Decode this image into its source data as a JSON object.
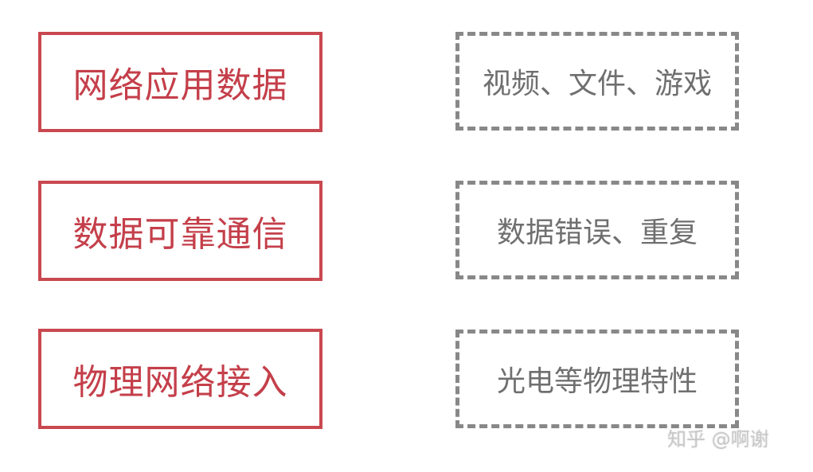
{
  "rows": [
    {
      "layer": "网络应用数据",
      "note": "视频、文件、游戏"
    },
    {
      "layer": "数据可靠通信",
      "note": "数据错误、重复"
    },
    {
      "layer": "物理网络接入",
      "note": "光电等物理特性"
    }
  ],
  "watermark": "知乎 @啊谢",
  "colors": {
    "layer_border": "#c9484f",
    "layer_text": "#c43f4a",
    "note_border": "#888888",
    "note_text": "#6f6f6f"
  }
}
